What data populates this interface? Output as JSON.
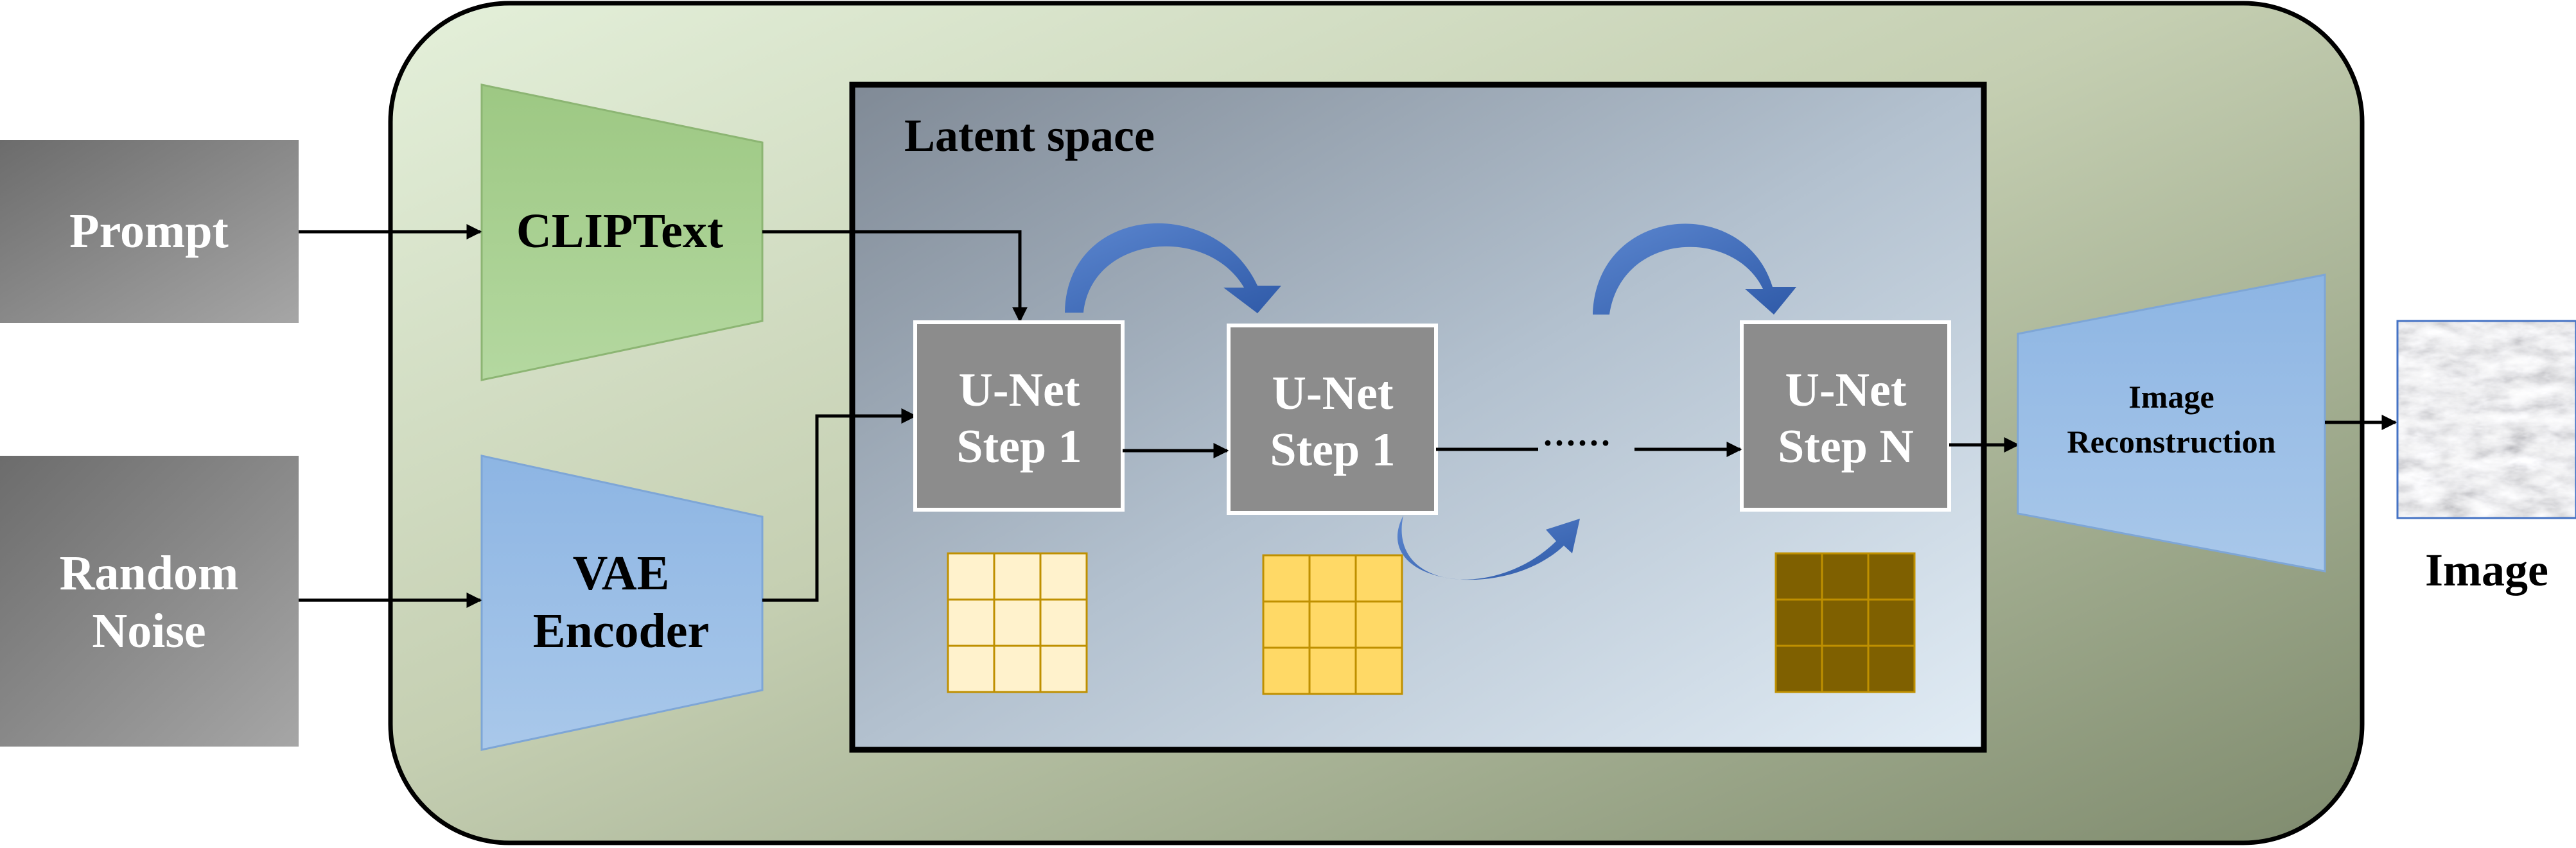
{
  "inputs": {
    "prompt": "Prompt",
    "noise_line1": "Random",
    "noise_line2": "Noise"
  },
  "encoders": {
    "clip": "CLIPText",
    "vae_line1": "VAE",
    "vae_line2": "Encoder"
  },
  "latent": {
    "title": "Latent space",
    "steps": [
      {
        "line1": "U-Net",
        "line2": "Step 1"
      },
      {
        "line1": "U-Net",
        "line2": "Step 1"
      },
      {
        "line1": "U-Net",
        "line2": "Step N"
      }
    ],
    "ellipsis": "······",
    "grid_colors": [
      "#fff2cc",
      "#ffd966",
      "#7f6000"
    ]
  },
  "decoder": {
    "line1": "Image",
    "line2": "Reconstruction"
  },
  "output": {
    "label": "Image"
  },
  "colors": {
    "green_trapezoid": "#a9d18e",
    "blue_trapezoid": "#9dc3e6",
    "gray_box": "#7f7f7f",
    "curved_arrow": "#4472c4"
  }
}
